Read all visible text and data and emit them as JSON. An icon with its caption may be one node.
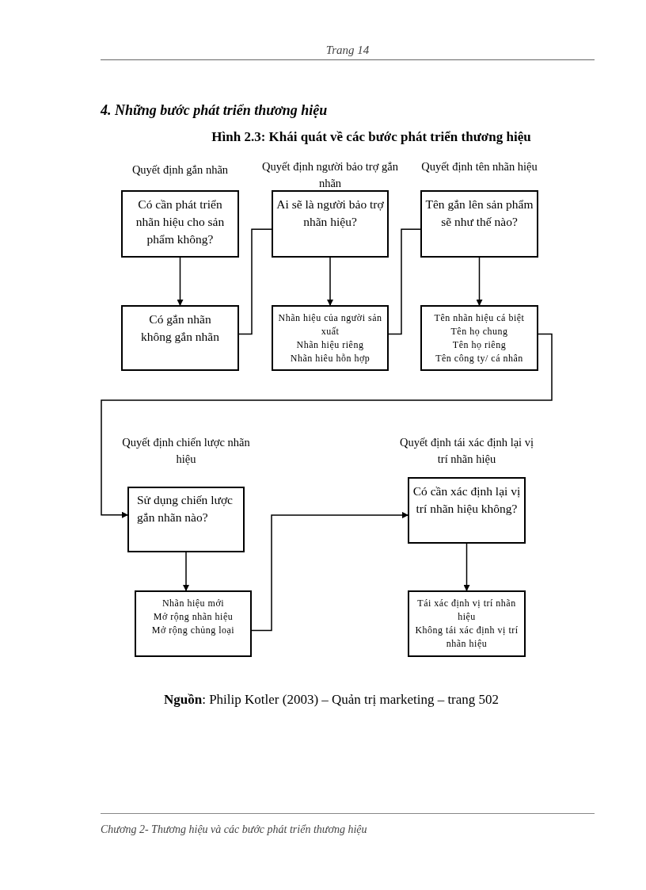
{
  "diagram": {
    "title": "Hình 2.3: Khái quát về các bước phát triển thương hiệu",
    "caption": "**Nguồn**: Philip Kotler (2003) – Quản trị marketing – trang 502",
    "nodes": [
      {
        "text": [
          "Quyết định gắn nhãn",
          "Có cần phát triển nhãn hiệu cho sản phẩm không?"
        ]
      },
      {
        "text": [
          "Có gắn nhãn",
          "không gắn nhãn"
        ]
      },
      {
        "text": [
          "Quyết định người bảo trợ gắn nhãn",
          "Ai sẽ là người bảo trợ nhãn hiệu?"
        ]
      },
      {
        "text": [
          "Nhãn hiệu của người sản xuất",
          "Nhãn hiệu riêng",
          "Nhãn hiêu hỗn hợp"
        ]
      },
      {
        "text": [
          "Quyết định tên nhãn hiệu",
          "Tên gắn lên sản phẩm sẽ như thế nào?"
        ]
      },
      {
        "text": [
          "Tên nhãn hiệu cá biệt",
          "Tên họ chung",
          "Tên họ riêng",
          "Tên công ty/ cá nhân"
        ]
      },
      {
        "text": [
          "Quyết định chiến lược nhãn hiệu",
          "Sử dụng chiến lược gắn nhãn nào?"
        ]
      },
      {
        "text": [
          "Nhãn hiệu mới",
          "Mở rộng nhãn hiệu",
          "Mở rộng chủng loại"
        ]
      },
      {
        "text": [
          "Quyết định tái xác định lại vị trí nhãn hiệu",
          "Có cần xác định lại vị trí nhãn hiệu không?"
        ]
      },
      {
        "text": [
          "Tái xác định vị trí nhãn hiệu",
          "Không tái xác định vị trí nhãn hiệu"
        ]
      }
    ],
    "edges": [
      {
        "from": 0,
        "to": 1,
        "arrow": "to"
      },
      {
        "from": 1,
        "to": 2,
        "arrow": "none"
      },
      {
        "from": 2,
        "to": 3,
        "arrow": "to"
      },
      {
        "from": 3,
        "to": 4,
        "arrow": "none"
      },
      {
        "from": 4,
        "to": 5,
        "arrow": "to"
      },
      {
        "from": 5,
        "to": 6,
        "arrow": "to"
      },
      {
        "from": 6,
        "to": 7,
        "arrow": "to"
      },
      {
        "from": 7,
        "to": 8,
        "arrow": "to"
      },
      {
        "from": 8,
        "to": 9,
        "arrow": "to"
      }
    ],
    "labels": [
      "Trang 14",
      "4. Những bước phát triển thương hiệu",
      "Chương 2- Thương hiệu và các bước phát triển thương hiệu"
    ]
  }
}
